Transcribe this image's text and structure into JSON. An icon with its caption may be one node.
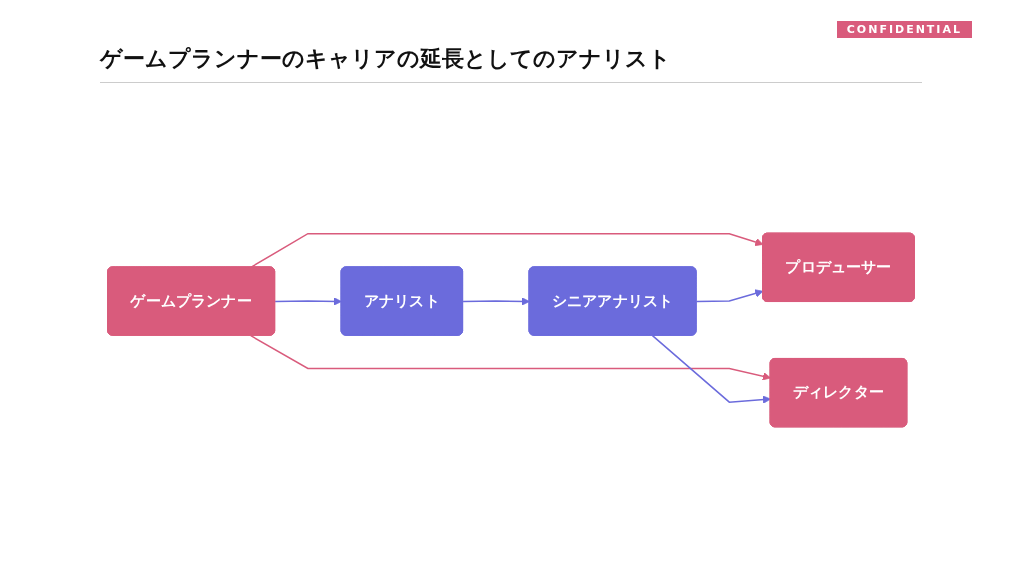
{
  "diagram": {
    "title": "ゲームプランナーのキャリアの延長としてのアナリスト",
    "nodes": [
      {
        "text": [
          "ゲームプランナー"
        ]
      },
      {
        "text": [
          "プロデューサー"
        ]
      },
      {
        "text": [
          "ディレクター"
        ]
      },
      {
        "text": [
          "アナリスト"
        ]
      },
      {
        "text": [
          "シニアアナリスト"
        ]
      }
    ],
    "edges": [
      {
        "from": 0,
        "to": 1,
        "arrow": "to",
        "color": "#d95b7c"
      },
      {
        "from": 0,
        "to": 2,
        "arrow": "to",
        "color": "#d95b7c"
      },
      {
        "from": 0,
        "to": 3,
        "arrow": "to"
      },
      {
        "from": 3,
        "to": 4,
        "arrow": "to"
      },
      {
        "from": 4,
        "to": 1,
        "arrow": "to"
      },
      {
        "from": 4,
        "to": 2,
        "arrow": "to"
      }
    ],
    "labels": [
      "CONFIDENTIAL"
    ]
  }
}
